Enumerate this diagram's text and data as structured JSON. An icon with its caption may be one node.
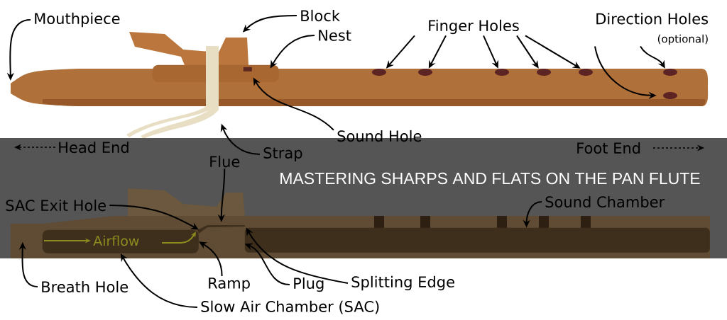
{
  "diagram": {
    "title": "MASTERING SHARPS AND FLATS ON THE PAN FLUTE",
    "nodes": [
      {
        "text": [
          "Mouthpiece"
        ]
      },
      {
        "text": [
          "Block"
        ]
      },
      {
        "text": [
          "Nest"
        ]
      },
      {
        "text": [
          "Finger Holes"
        ]
      },
      {
        "text": [
          "Direction Holes",
          "(optional)"
        ]
      },
      {
        "text": [
          "Sound Hole"
        ]
      },
      {
        "text": [
          "Strap"
        ]
      },
      {
        "text": [
          "Flue"
        ]
      },
      {
        "text": [
          "SAC Exit Hole"
        ]
      },
      {
        "text": [
          "Splitting Edge"
        ]
      },
      {
        "text": [
          "Sound Chamber"
        ]
      },
      {
        "text": [
          "Breath Hole"
        ]
      },
      {
        "text": [
          "Ramp"
        ]
      },
      {
        "text": [
          "Plug"
        ]
      },
      {
        "text": [
          "Slow Air Chamber (SAC)"
        ]
      },
      {
        "text": [],
        "shape": "box",
        "in": 18
      },
      {
        "text": [],
        "shape": "picture"
      },
      {
        "text": [],
        "shape": "box",
        "in": 18
      },
      {
        "text": [],
        "shape": "picture"
      },
      {
        "text": [],
        "shape": "picture"
      },
      {
        "text": [],
        "shape": "box",
        "in": 16
      },
      {
        "text": [],
        "shape": "picture"
      }
    ],
    "edges": [
      {
        "from": 0,
        "to": 16,
        "arrow": "to"
      },
      {
        "from": 1,
        "to": 19,
        "arrow": "to"
      },
      {
        "from": 2,
        "to": 20,
        "arrow": "to"
      },
      {
        "from": 3,
        "to": 16,
        "arrow": "to"
      },
      {
        "from": 3,
        "to": 16,
        "arrow": "to"
      },
      {
        "from": 3,
        "to": 16,
        "arrow": "to"
      },
      {
        "from": 3,
        "to": 16,
        "arrow": "to"
      },
      {
        "from": 3,
        "to": 16,
        "arrow": "to"
      },
      {
        "from": 4,
        "to": 16,
        "arrow": "to"
      },
      {
        "from": 4,
        "to": 16,
        "arrow": "to"
      },
      {
        "from": 5,
        "to": 20,
        "arrow": "to"
      },
      {
        "from": 6,
        "to": 21,
        "arrow": "to"
      },
      {
        "from": 7,
        "to": 18,
        "arrow": "to"
      },
      {
        "from": 8,
        "to": 15,
        "arrow": "to"
      },
      {
        "from": 9,
        "to": 17,
        "arrow": "to"
      },
      {
        "from": 10,
        "to": 17,
        "arrow": "to"
      },
      {
        "from": 11,
        "to": 18,
        "arrow": "to"
      },
      {
        "from": 12,
        "to": 15,
        "arrow": "to"
      },
      {
        "from": 13,
        "to": 17,
        "arrow": "to"
      },
      {
        "from": 14,
        "to": 15,
        "arrow": "to"
      }
    ],
    "labels": [
      "Head End",
      "Foot End",
      "Airflow"
    ]
  }
}
